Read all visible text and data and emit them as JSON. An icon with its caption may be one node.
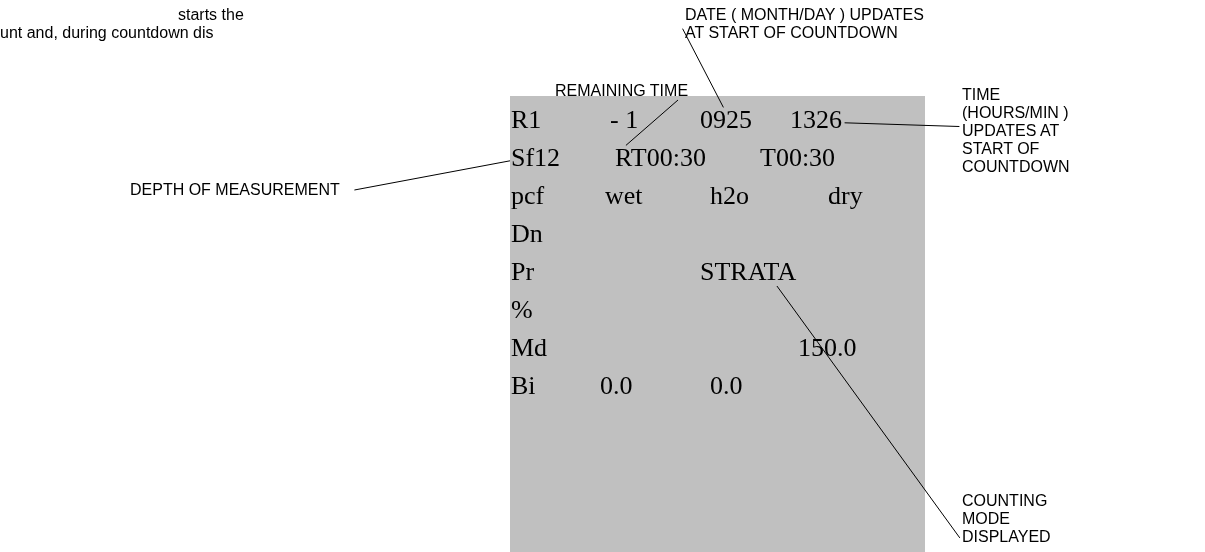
{
  "diagram": {
    "nodes": [
      {
        "text": [],
        "shape": "box"
      },
      {
        "text": [
          "R1"
        ],
        "in": 0
      },
      {
        "text": [
          "- 1"
        ],
        "in": 0
      },
      {
        "text": [
          "0925"
        ],
        "in": 0
      },
      {
        "text": [
          "1326"
        ],
        "in": 0
      },
      {
        "text": [
          "Sf12"
        ],
        "in": 0
      },
      {
        "text": [
          "RT00:30"
        ],
        "in": 0
      },
      {
        "text": [
          "T00:30"
        ],
        "in": 0
      },
      {
        "text": [
          "pcf"
        ],
        "in": 0
      },
      {
        "text": [
          "wet"
        ],
        "in": 0
      },
      {
        "text": [
          "h2o"
        ],
        "in": 0
      },
      {
        "text": [
          "dry"
        ],
        "in": 0
      },
      {
        "text": [
          "Dn"
        ],
        "in": 0
      },
      {
        "text": [
          "Pr"
        ],
        "in": 0
      },
      {
        "text": [
          "STRATA"
        ],
        "in": 0
      },
      {
        "text": [
          "%"
        ],
        "in": 0
      },
      {
        "text": [
          "Md"
        ],
        "in": 0
      },
      {
        "text": [
          "150.0"
        ],
        "in": 0
      },
      {
        "text": [
          "Bi"
        ],
        "in": 0
      },
      {
        "text": [
          "0.0"
        ],
        "in": 0
      },
      {
        "text": [
          "0.0"
        ],
        "in": 0
      },
      {
        "text": [
          "DATE ( MONTH/DAY ) UPDATES AT START OF COUNTDOWN"
        ]
      },
      {
        "text": [
          "REMAINING TIME"
        ]
      },
      {
        "text": [
          "TIME (HOURS/MIN ) UPDATES AT START OF COUNTDOWN"
        ]
      },
      {
        "text": [
          "DEPTH OF MEASUREMENT"
        ]
      },
      {
        "text": [
          "COUNTING MODE DISPLAYED"
        ]
      }
    ],
    "edges": [
      {
        "from": 21,
        "to": 3,
        "arrow": "none"
      },
      {
        "from": 22,
        "to": 6,
        "arrow": "none"
      },
      {
        "from": 23,
        "to": 4,
        "arrow": "none"
      },
      {
        "from": 24,
        "to": 5,
        "arrow": "none"
      },
      {
        "from": 25,
        "to": 14,
        "arrow": "none"
      }
    ],
    "labels": [
      "starts the",
      "unt and, during countdown dis"
    ]
  }
}
